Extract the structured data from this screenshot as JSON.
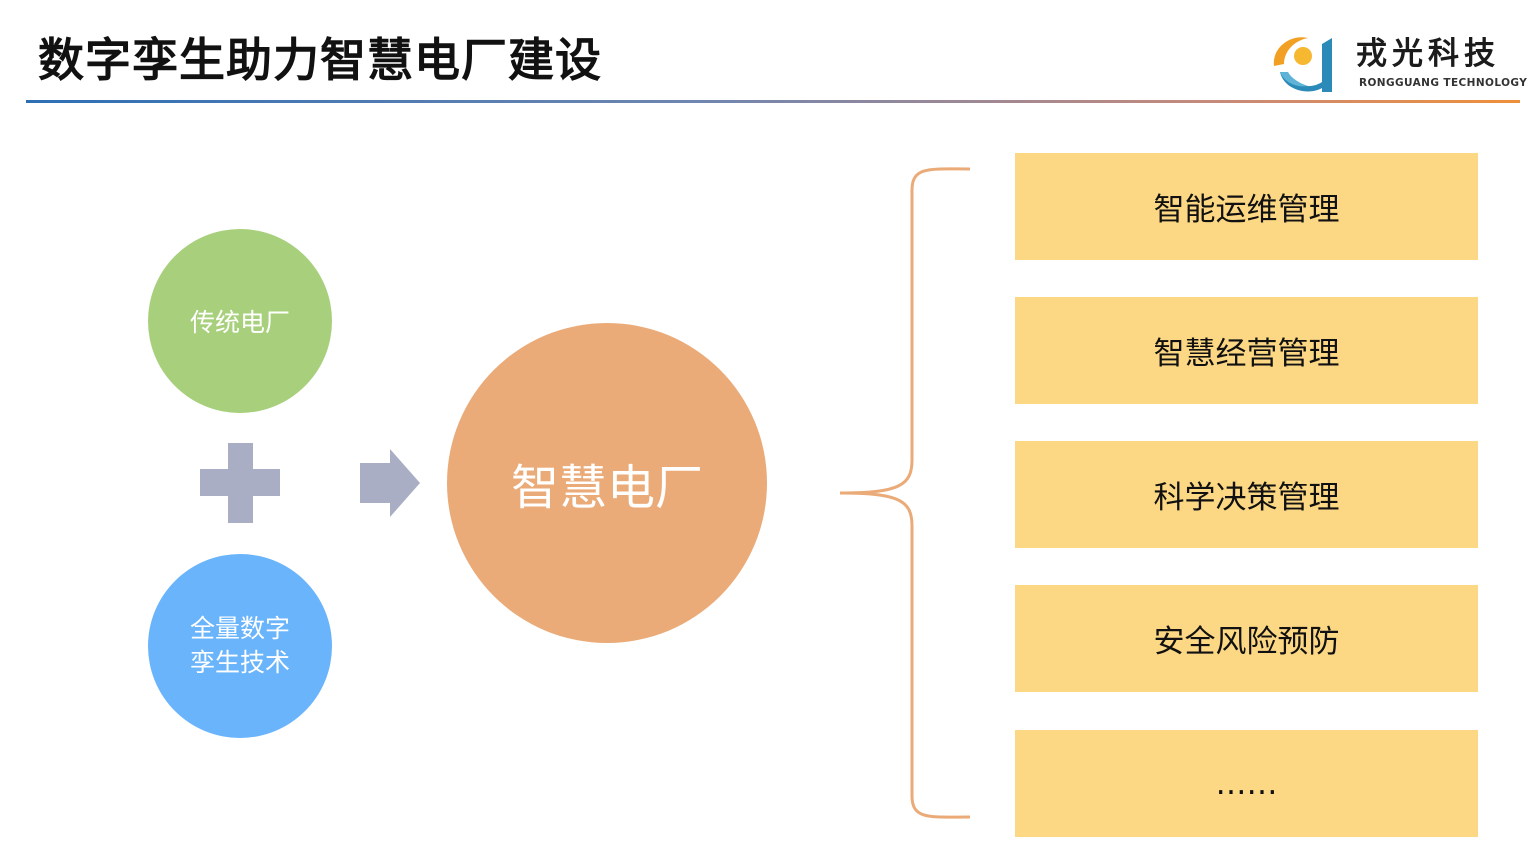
{
  "header": {
    "title": "数字孪生助力智慧电厂建设"
  },
  "logo": {
    "name_cn": "戎光科技",
    "name_en": "RONGGUANG TECHNOLOGY"
  },
  "diagram": {
    "inputs": [
      {
        "label": "传统电厂",
        "color": "#a8d07c"
      },
      {
        "label_line1": "全量数字",
        "label_line2": "孪生技术",
        "color": "#6ab4fb"
      }
    ],
    "plus_color": "#a9aec4",
    "arrow_color": "#a9aec4",
    "center": {
      "label": "智慧电厂",
      "color": "#eaab78"
    },
    "brace_color": "#eaab78",
    "outputs_color": "#fdd884",
    "outputs": [
      {
        "label": "智能运维管理"
      },
      {
        "label": "智慧经营管理"
      },
      {
        "label": "科学决策管理"
      },
      {
        "label": "安全风险预防"
      },
      {
        "label": "……"
      }
    ]
  }
}
